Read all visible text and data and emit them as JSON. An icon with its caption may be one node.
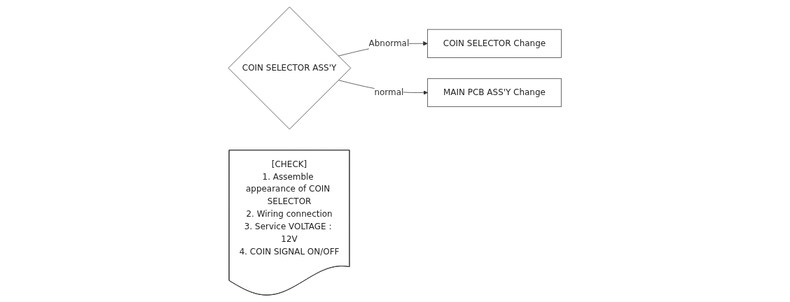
{
  "diagram": {
    "nodes": [
      {
        "text": [
          "COIN SELECTOR ASS'Y"
        ]
      },
      {
        "text": [
          "COIN SELECTOR Change"
        ]
      },
      {
        "text": [
          "[CHECK]",
          "1. Assemble appearance of COIN SELECTOR",
          "2. Wiring connection",
          "3. Service VOLTAGE : 12V",
          "4. COIN SIGNAL ON/OFF"
        ]
      },
      {
        "text": [
          "MAIN PCB ASS'Y Change"
        ]
      }
    ],
    "edges": [
      {
        "from": 0,
        "to": 1,
        "arrow": "to",
        "label": "Abnormal"
      },
      {
        "from": 0,
        "to": 3,
        "arrow": "to",
        "label": "normal"
      }
    ]
  }
}
